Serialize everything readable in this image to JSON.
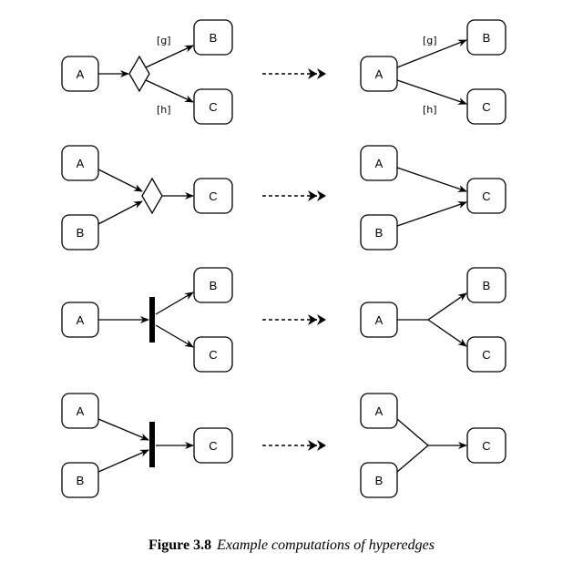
{
  "node_labels": {
    "a": "A",
    "b": "B",
    "c": "C"
  },
  "guard_labels": {
    "g": "[g]",
    "h": "[h]"
  },
  "caption": {
    "number": "Figure 3.8",
    "text": "Example computations of hyperedges"
  }
}
